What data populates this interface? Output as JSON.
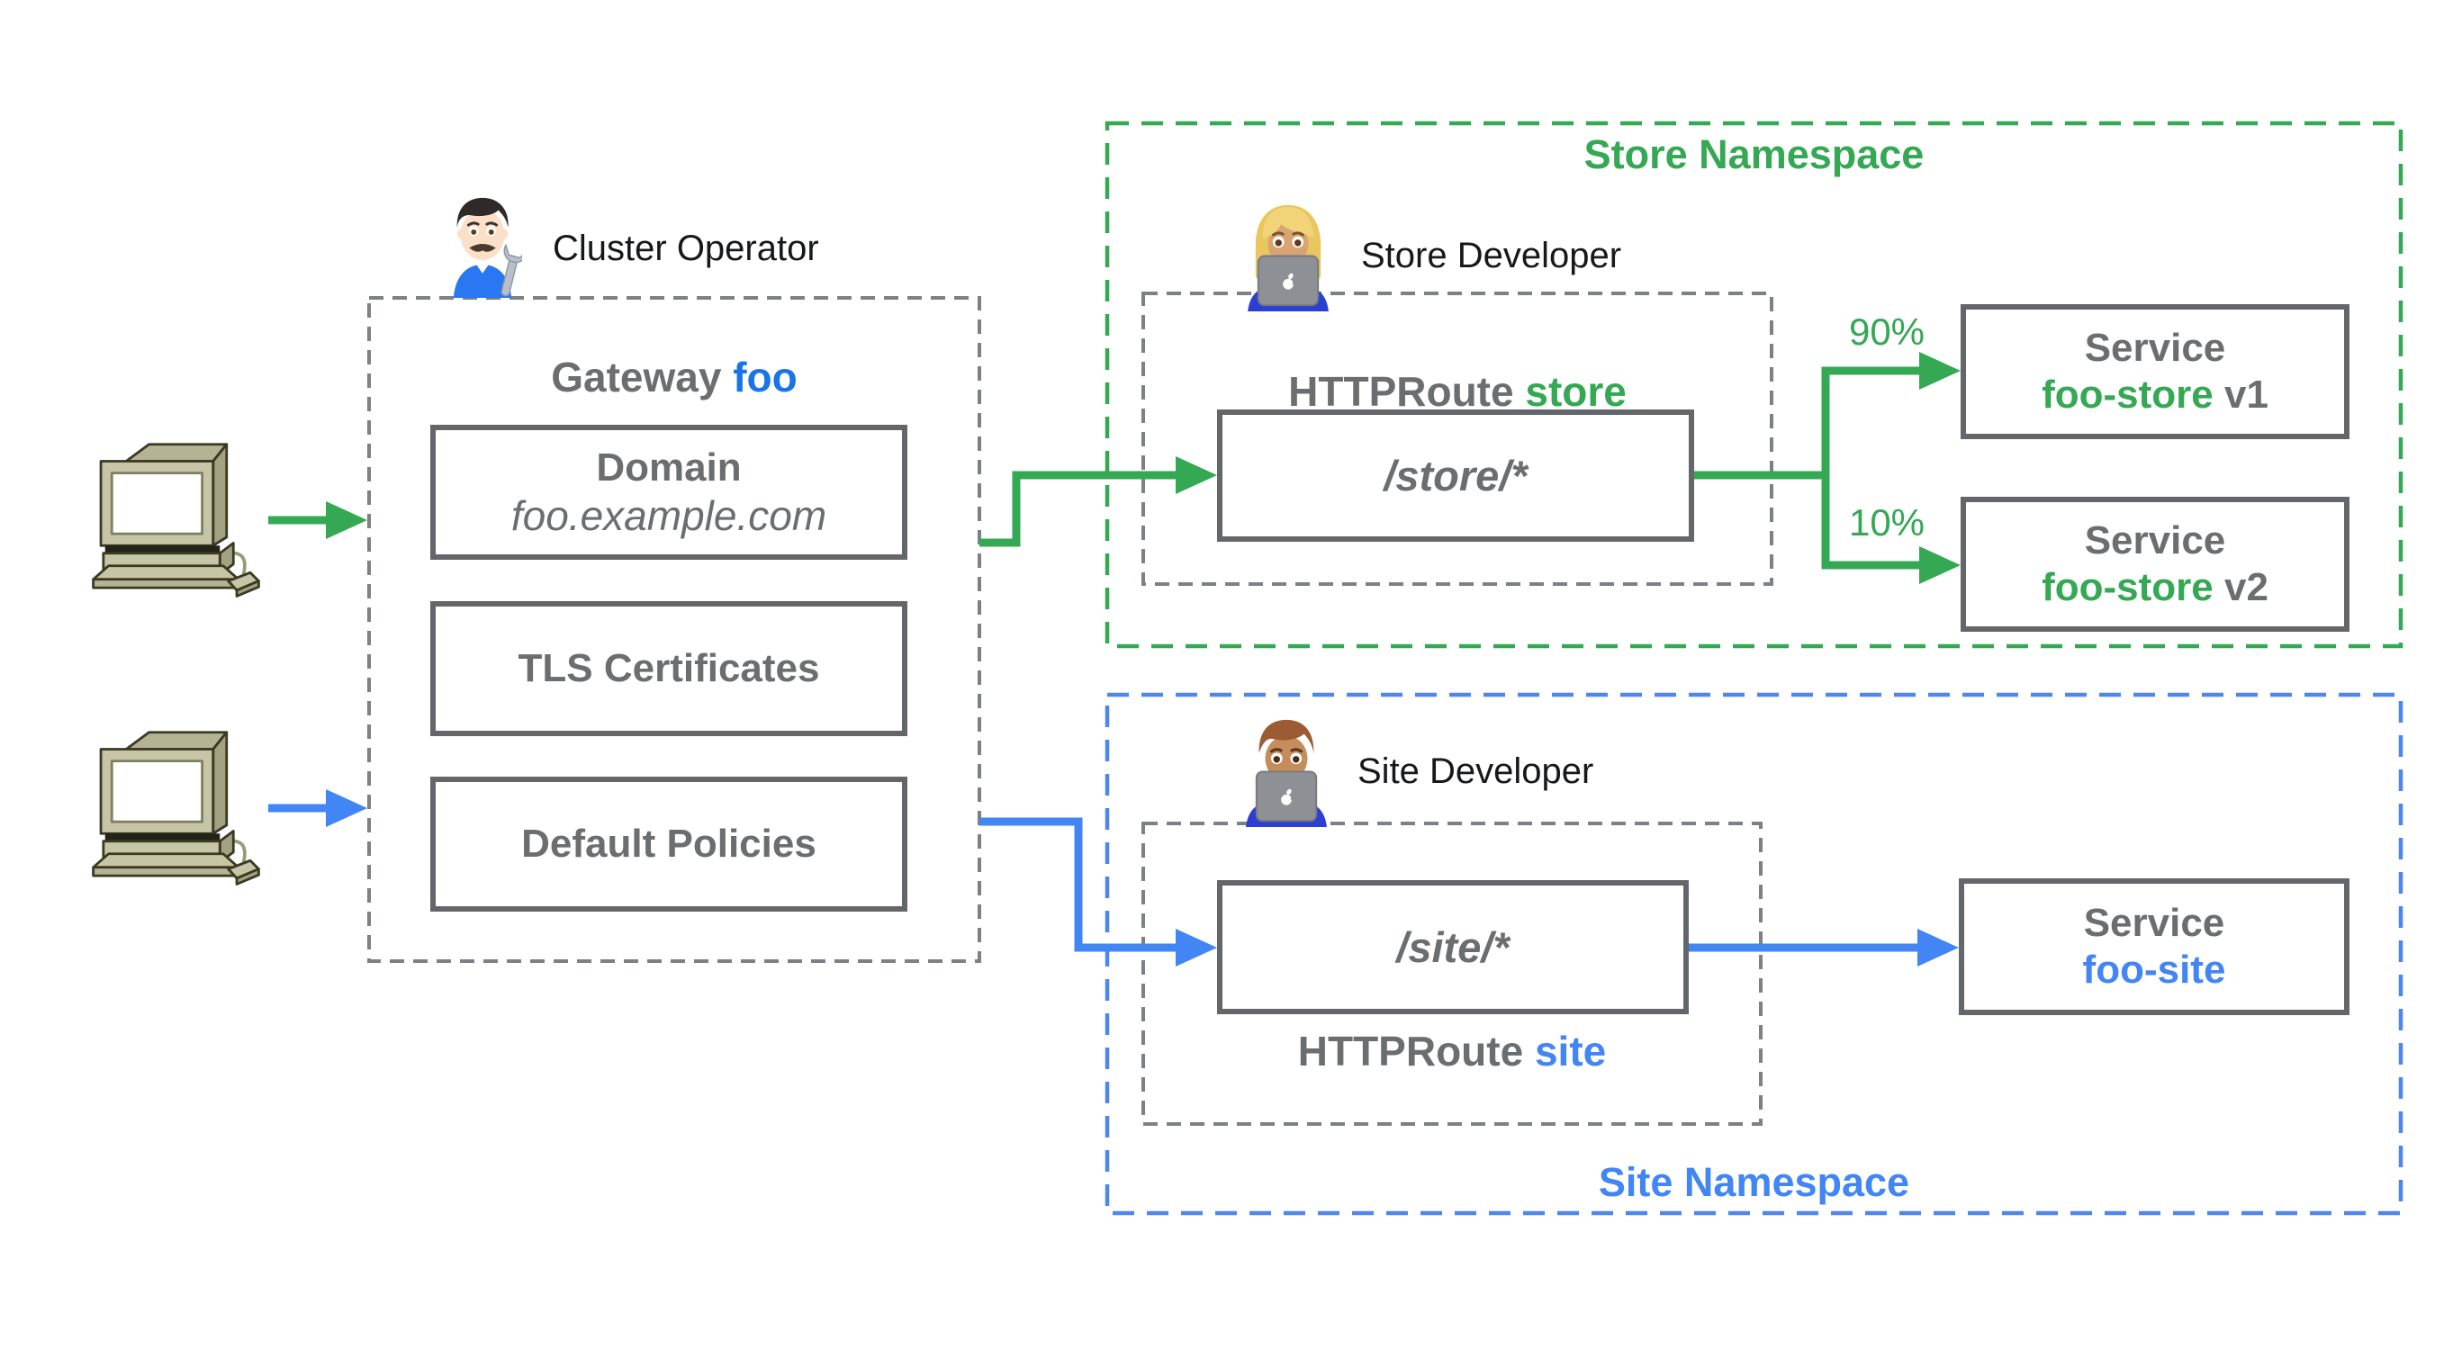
{
  "colors": {
    "green": "#34a853",
    "blue": "#4285f4",
    "dark_blue": "#1a73e8",
    "grey_text": "#6b6e71",
    "solid_border": "#63666a",
    "dashed_grey": "#7d8084",
    "site_dashed_blue": "#4e86f0",
    "computer_khaki": "#c6c5a5"
  },
  "icons": {
    "operator": "man-mechanic-emoji",
    "store_developer": "woman-technologist-emoji",
    "site_developer": "man-technologist-emoji",
    "client": "desktop-computer-icon"
  },
  "operator": {
    "label": "Cluster Operator"
  },
  "gateway": {
    "title_prefix": "Gateway",
    "title_name": "foo",
    "domain_title": "Domain",
    "domain_value": "foo.example.com",
    "tls_label": "TLS Certificates",
    "policies_label": "Default Policies"
  },
  "store": {
    "namespace_title": "Store Namespace",
    "developer_label": "Store Developer",
    "route_prefix": "HTTPRoute",
    "route_name": "store",
    "route_path": "/store/*",
    "split_90": "90%",
    "split_10": "10%",
    "service_label": "Service",
    "v1_name": "foo-store",
    "v1_version": "v1",
    "v2_name": "foo-store",
    "v2_version": "v2"
  },
  "site": {
    "namespace_title": "Site Namespace",
    "developer_label": "Site Developer",
    "route_prefix": "HTTPRoute",
    "route_name": "site",
    "route_path": "/site/*",
    "service_label": "Service",
    "service_name": "foo-site"
  }
}
